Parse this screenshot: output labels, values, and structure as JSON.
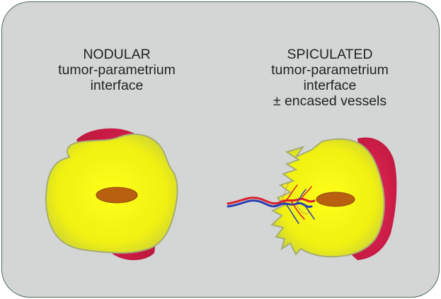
{
  "left_label": {
    "line1": "NODULAR",
    "line2": "tumor-parametrium",
    "line3": "interface"
  },
  "right_label": {
    "line1": "SPICULATED",
    "line2": "tumor-parametrium",
    "line3": "interface",
    "line4": "± encased vessels"
  },
  "colors": {
    "background": "#d4d6d6",
    "border": "#4f6b52",
    "tumor": "#f2f20d",
    "tumor_edge": "#9aa86a",
    "parametrium": "#d8204e",
    "cervical_canal": "#b8600f",
    "artery": "#d8202a",
    "vein": "#2a3fb0"
  }
}
